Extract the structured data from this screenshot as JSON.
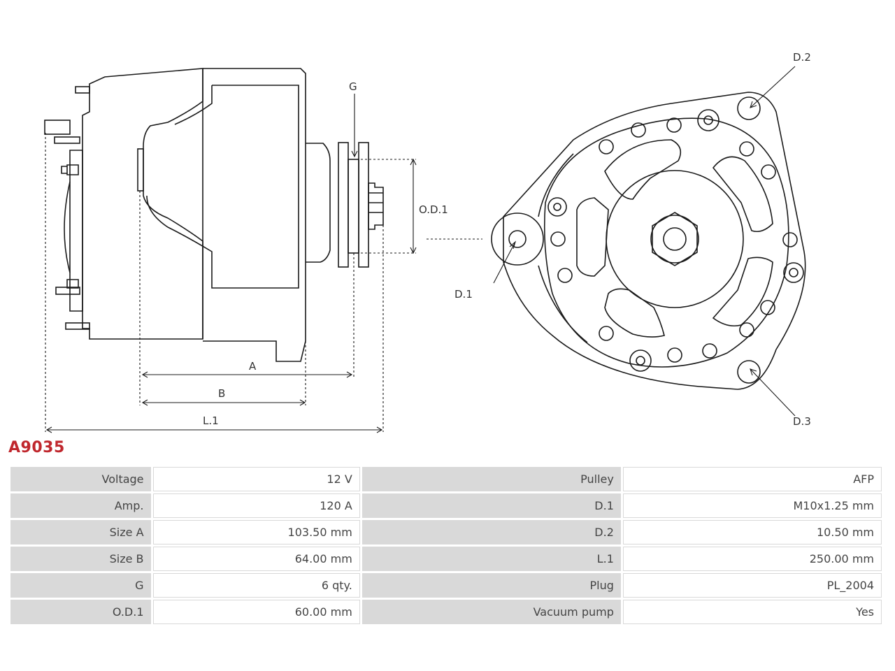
{
  "part_number": "A9035",
  "diagram_labels": {
    "a": "A",
    "b": "B",
    "l1": "L.1",
    "g": "G",
    "od1": "O.D.1",
    "d1": "D.1",
    "d2": "D.2",
    "d3": "D.3"
  },
  "specs": [
    {
      "left_label": "Voltage",
      "left_value": "12 V",
      "right_label": "Pulley",
      "right_value": "AFP"
    },
    {
      "left_label": "Amp.",
      "left_value": "120 A",
      "right_label": "D.1",
      "right_value": "M10x1.25 mm"
    },
    {
      "left_label": "Size A",
      "left_value": "103.50 mm",
      "right_label": "D.2",
      "right_value": "10.50 mm"
    },
    {
      "left_label": "Size B",
      "left_value": "64.00 mm",
      "right_label": "L.1",
      "right_value": "250.00 mm"
    },
    {
      "left_label": "G",
      "left_value": "6 qty.",
      "right_label": "Plug",
      "right_value": "PL_2004"
    },
    {
      "left_label": "O.D.1",
      "left_value": "60.00 mm",
      "right_label": "Vacuum pump",
      "right_value": "Yes"
    }
  ],
  "colors": {
    "accent": "#c0272d",
    "label_cell": "#d9d9d9"
  }
}
